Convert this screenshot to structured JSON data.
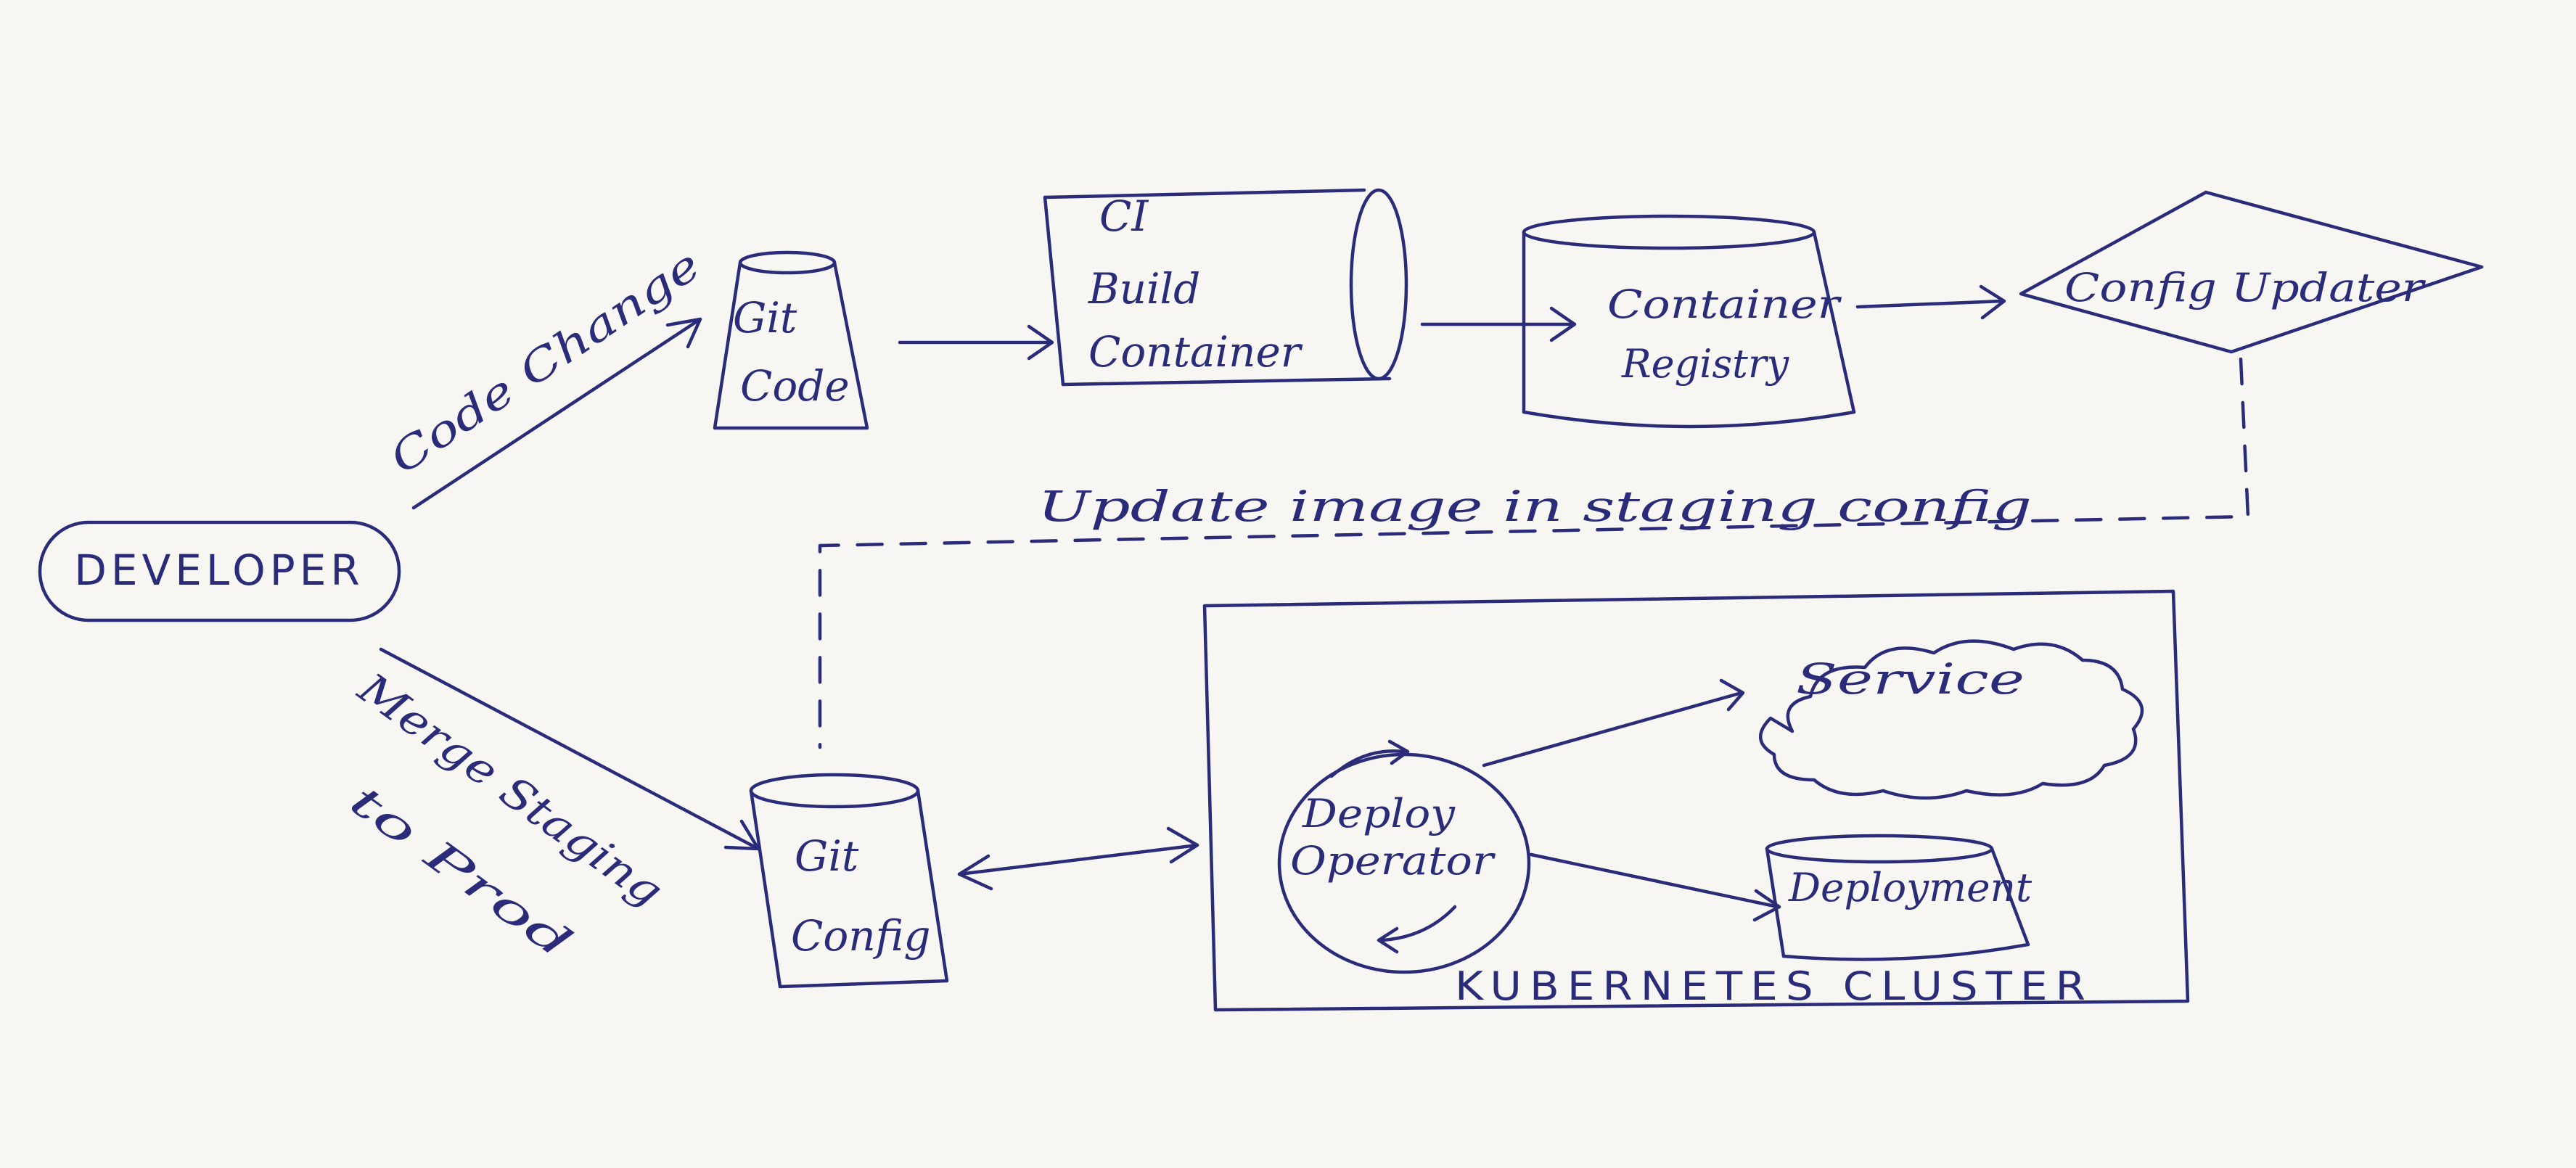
{
  "diagram": {
    "ink_color": "#2a2c7a",
    "paper_color": "#f7f6f3",
    "nodes": {
      "developer": "DEVELOPER",
      "git_code": [
        "Git",
        "Code"
      ],
      "ci": [
        "CI",
        "Build",
        "Container"
      ],
      "container_registry": [
        "Container",
        "Registry"
      ],
      "config_updater": "Config Updater",
      "git_config": [
        "Git",
        "Config"
      ],
      "deploy_operator": [
        "Deploy",
        "Operator"
      ],
      "service": "Service",
      "deployment": "Deployment",
      "kubernetes_cluster": "KUBERNETES CLUSTER"
    },
    "edges": {
      "code_change": "Code Change",
      "update_image": "Update image in staging config",
      "merge_staging": [
        "Merge Staging",
        "to Prod"
      ]
    }
  }
}
